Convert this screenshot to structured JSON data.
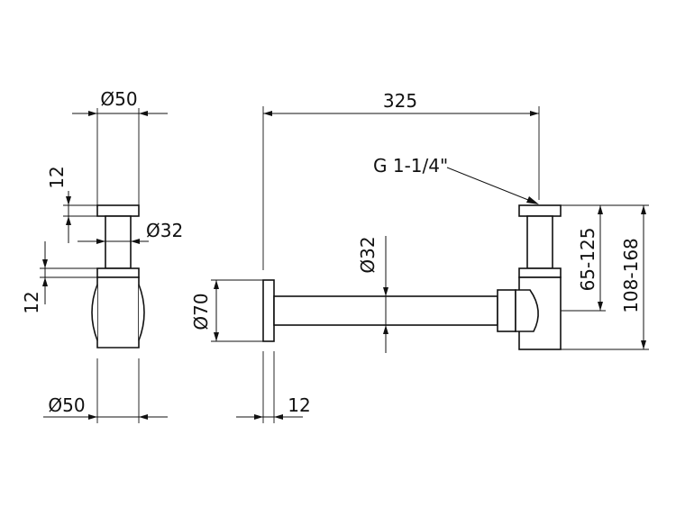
{
  "drawing": {
    "side_view": {
      "top_width": "Ø50",
      "top_cap_height": "12",
      "pipe_diameter": "Ø32",
      "collar_height": "12",
      "bottom_width": "Ø50"
    },
    "front_view": {
      "overall_length": "325",
      "thread_spec": "G 1-1/4\"",
      "pipe_diameter": "Ø32",
      "flange_diameter": "Ø70",
      "flange_thickness": "12",
      "inlet_height": "65-125",
      "overall_height": "108-168"
    }
  }
}
